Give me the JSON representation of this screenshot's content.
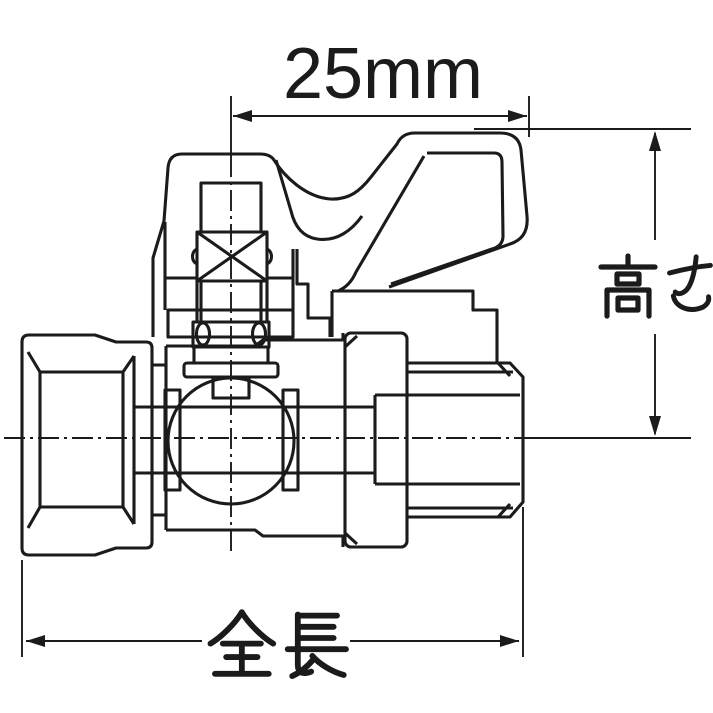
{
  "drawing": {
    "kind": "ball-valve cross-section technical drawing",
    "background_color": "#ffffff",
    "line_color": "#1b1b1b"
  },
  "dimensions": {
    "width_label": "25mm",
    "height_label": "高さ",
    "length_label": "全長"
  }
}
